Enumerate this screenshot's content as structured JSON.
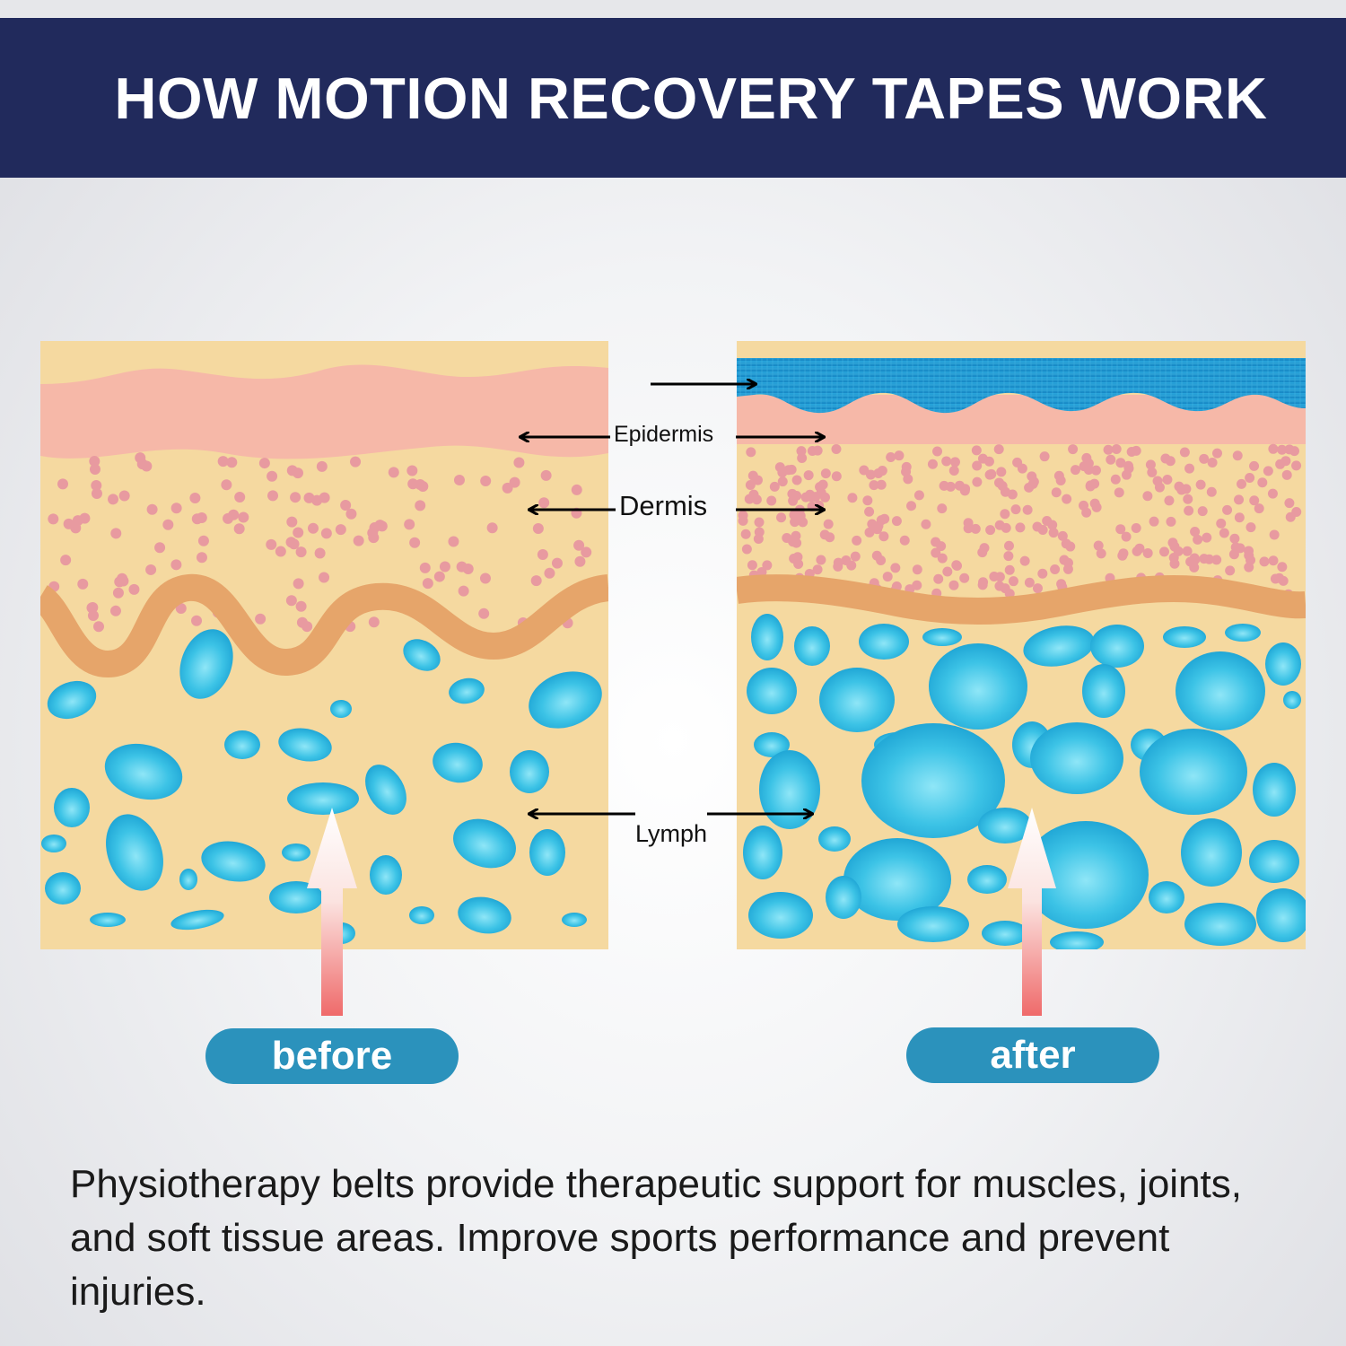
{
  "header": {
    "title": "HOW MOTION RECOVERY TAPES WORK"
  },
  "labels": {
    "epidermis": "Epidermis",
    "dermis": "Dermis",
    "lymph": "Lymph"
  },
  "panels": {
    "before": "before",
    "after": "after"
  },
  "description": "Physiotherapy belts provide therapeutic support for muscles, joints, and soft tissue areas. Improve sports performance and prevent injuries.",
  "colors": {
    "header_bg": "#212a5c",
    "epidermis": "#f6b8a8",
    "dermis_bg": "#f5d9a0",
    "dermis_dots": "#e89aa0",
    "fascia": "#e6a56a",
    "lymph": "#29b8e0",
    "tape": "#1f9ad6",
    "pill": "#2b92bc",
    "arrow_gradient_top": "#ffffff",
    "arrow_gradient_bottom": "#f06a6a"
  }
}
